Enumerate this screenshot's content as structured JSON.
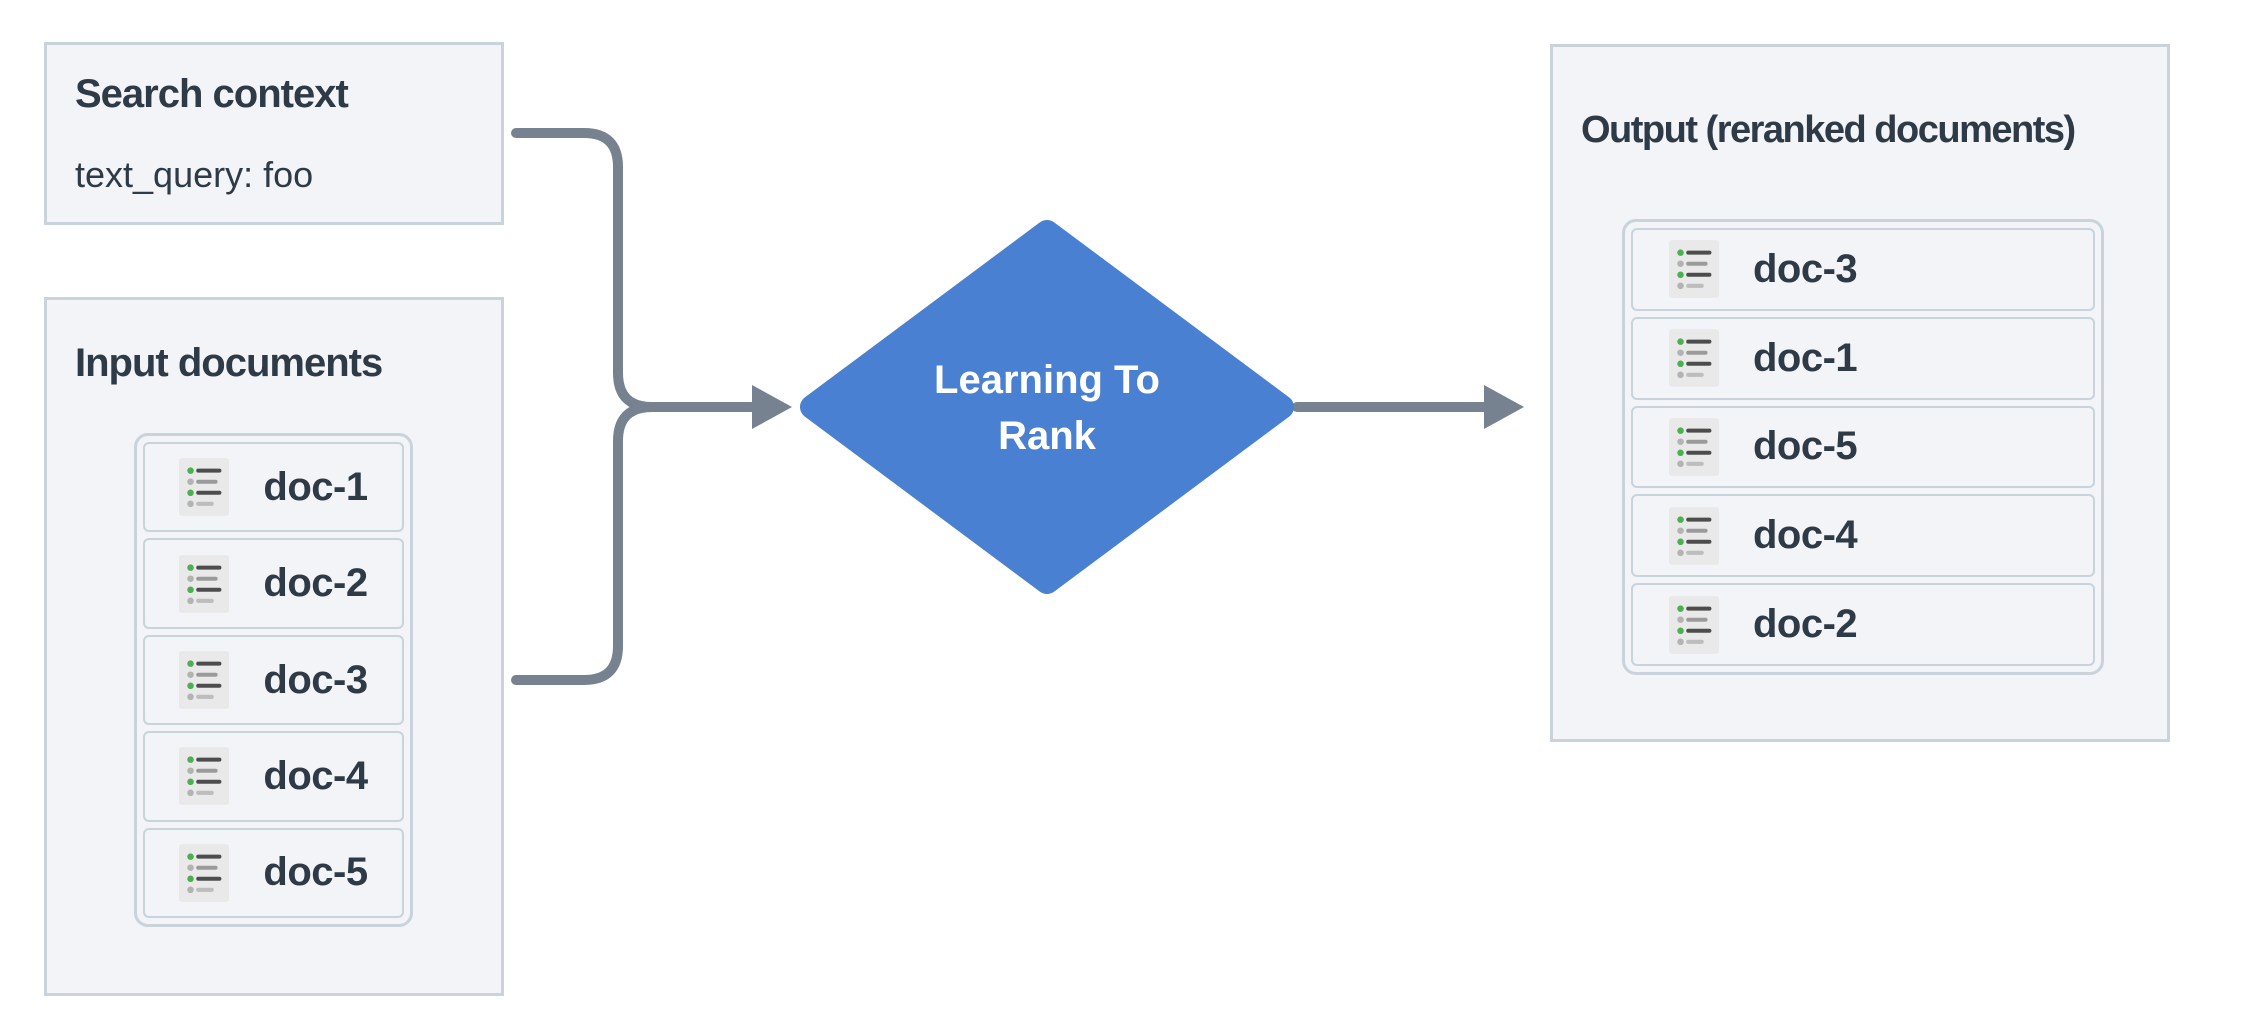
{
  "search_context": {
    "title": "Search context",
    "query": "text_query: foo"
  },
  "input_documents": {
    "title": "Input documents",
    "docs": [
      "doc-1",
      "doc-2",
      "doc-3",
      "doc-4",
      "doc-5"
    ]
  },
  "processor": {
    "lines": [
      "Learning To",
      "Rank"
    ]
  },
  "output": {
    "title": "Output (reranked documents)",
    "docs": [
      "doc-3",
      "doc-1",
      "doc-5",
      "doc-4",
      "doc-2"
    ]
  },
  "colors": {
    "panel_fill": "#f2f4f7",
    "panel_border": "#c8d3dc",
    "text": "#2e3a46",
    "connector": "#76828f",
    "diamond_fill": "#4a80d2",
    "diamond_text": "#ffffff",
    "icon_bg": "#e9e9e9",
    "icon_green": "#4caf50",
    "icon_dot_gray": "#b3b3b3",
    "icon_line_dark": "#4d4d4d",
    "icon_line_mid": "#9a9a9a",
    "icon_line_light": "#bdbdbd"
  }
}
